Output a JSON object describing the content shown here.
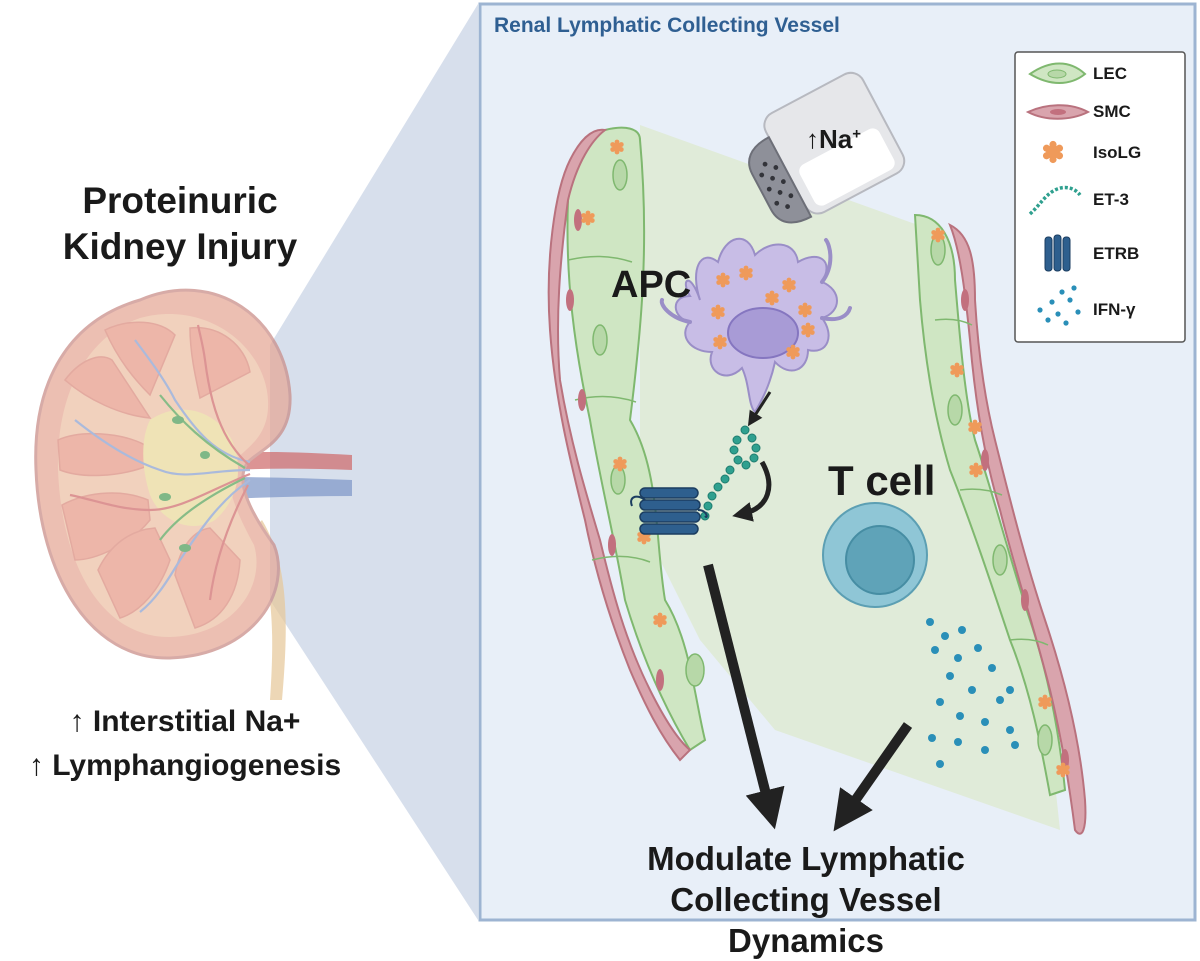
{
  "panel_title": "Renal Lymphatic Collecting Vessel",
  "left": {
    "title_line1": "Proteinuric",
    "title_line2": "Kidney Injury",
    "bottom_line1": "↑ Interstitial Na+",
    "bottom_line2": "↑ Lymphangiogenesis"
  },
  "salt": {
    "label": "↑Na",
    "superscript": "+"
  },
  "apc_label": "APC",
  "tcell_label": "T cell",
  "outcome": {
    "line1": "Modulate Lymphatic",
    "line2": "Collecting Vessel Dynamics"
  },
  "legend": [
    {
      "icon": "lec-cell-icon",
      "label": "LEC"
    },
    {
      "icon": "smc-cell-icon",
      "label": "SMC"
    },
    {
      "icon": "isolg-icon",
      "label": "IsoLG"
    },
    {
      "icon": "et3-chain-icon",
      "label": "ET-3"
    },
    {
      "icon": "etrb-receptor-icon",
      "label": "ETRB"
    },
    {
      "icon": "ifn-gamma-dots-icon",
      "label": "IFN-γ"
    }
  ],
  "colors": {
    "panel_background": "#e8eff8",
    "panel_border": "#9db4d2",
    "panel_title": "#2f5f92",
    "vessel_lumen": "#e0ebd9",
    "lec": "#cfe6c3",
    "smc": "#d9a4ad",
    "isolg": "#ef9a5a",
    "apc": "#c8bde6",
    "tcell": "#8fc6d6",
    "etrb": "#2e5f8e",
    "et3": "#2fa08f",
    "ifn_gamma": "#2a8fb8",
    "arrow": "#222222"
  }
}
